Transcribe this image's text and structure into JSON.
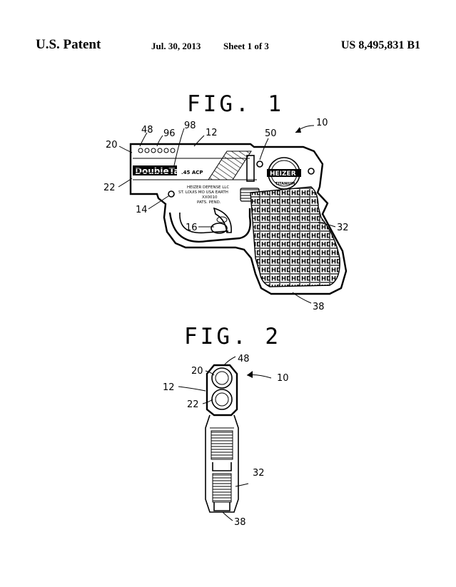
{
  "header": {
    "left": "U.S. Patent",
    "date": "Jul. 30, 2013",
    "sheet": "Sheet 1 of 3",
    "number": "US 8,495,831 B1"
  },
  "fig1": {
    "label": "FIG. 1",
    "refs": {
      "r10": "10",
      "r12": "12",
      "r14": "14",
      "r16": "16",
      "r20": "20",
      "r22": "22",
      "r32": "32",
      "r38": "38",
      "r48": "48",
      "r50": "50",
      "r96": "96",
      "r98": "98"
    },
    "engraving": {
      "model": "DoubleTap",
      "caliber": ".45 ACP",
      "maker_1": "HEIZER DEFENSE LLC",
      "maker_2": "ST. LOUIS MO USA EARTH",
      "serial": "XX0010",
      "patent": "PATS. PEND.",
      "logo_1": "HEIZER",
      "logo_2": "TITANIUM",
      "grip_text": "HD"
    }
  },
  "fig2": {
    "label": "FIG. 2",
    "refs": {
      "r10": "10",
      "r12": "12",
      "r20": "20",
      "r22": "22",
      "r32": "32",
      "r38": "38",
      "r48": "48"
    }
  }
}
